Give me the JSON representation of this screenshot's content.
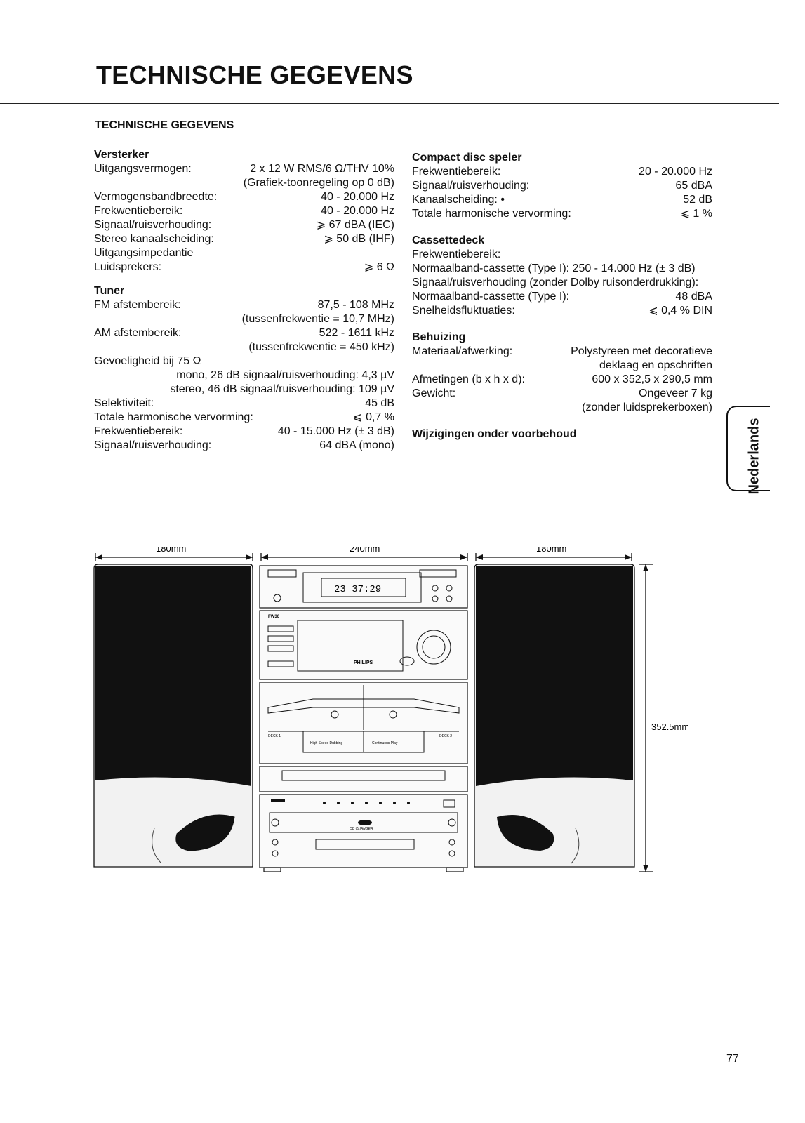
{
  "page": {
    "title": "TECHNISCHE GEGEVENS",
    "section_title": "TECHNISCHE GEGEVENS",
    "page_number": "77",
    "language_tab": "Nederlands"
  },
  "versterker": {
    "title": "Versterker",
    "rows": [
      {
        "label": "Uitgangsvermogen:",
        "value": "2 x 12 W RMS/6 Ω/THV 10%"
      },
      {
        "label": "",
        "value": "(Grafiek-toonregeling op 0 dB)"
      },
      {
        "label": "Vermogensbandbreedte:",
        "value": "40 - 20.000 Hz"
      },
      {
        "label": "Frekwentiebereik:",
        "value": "40 - 20.000 Hz"
      },
      {
        "label": "Signaal/ruisverhouding:",
        "value": "⩾ 67 dBA (IEC)"
      },
      {
        "label": "Stereo kanaalscheiding:",
        "value": "⩾ 50 dB (IHF)"
      },
      {
        "label": "Uitgangsimpedantie",
        "value": ""
      },
      {
        "label": "Luidsprekers:",
        "value": "⩾ 6 Ω"
      }
    ]
  },
  "tuner": {
    "title": "Tuner",
    "fm_label": "FM afstembereik:",
    "fm_value": "87,5 - 108 MHz",
    "fm_note": "(tussenfrekwentie = 10,7 MHz)",
    "am_label": "AM afstembereik:",
    "am_value": "522 - 1611 kHz",
    "am_note": "(tussenfrekwentie = 450 kHz)",
    "sens_label": "Gevoeligheid bij 75 Ω",
    "sens_mono": "mono, 26 dB signaal/ruisverhouding: 4,3 µV",
    "sens_stereo": "stereo, 46 dB signaal/ruisverhouding: 109 µV",
    "rows": [
      {
        "label": "Selektiviteit:",
        "value": "45 dB"
      },
      {
        "label": "Totale harmonische vervorming:",
        "value": "⩽ 0,7 %"
      },
      {
        "label": "Frekwentiebereik:",
        "value": "40 - 15.000 Hz (± 3 dB)"
      },
      {
        "label": "Signaal/ruisverhouding:",
        "value": "64 dBA (mono)"
      }
    ]
  },
  "cd": {
    "title": "Compact disc speler",
    "rows": [
      {
        "label": "Frekwentiebereik:",
        "value": "20 - 20.000 Hz"
      },
      {
        "label": "Signaal/ruisverhouding:",
        "value": "65 dBA"
      },
      {
        "label": "Kanaalscheiding: •",
        "value": "52 dB"
      },
      {
        "label": "Totale harmonische vervorming:",
        "value": "⩽ 1 %"
      }
    ]
  },
  "cassette": {
    "title": "Cassettedeck",
    "freq_label": "Frekwentiebereik:",
    "normaal_line": "Normaalband-cassette (Type I): 250 - 14.000 Hz (± 3 dB)",
    "sn_line": "Signaal/ruisverhouding (zonder Dolby ruisonderdrukking):",
    "rows": [
      {
        "label": "Normaalband-cassette (Type I):",
        "value": "48 dBA"
      },
      {
        "label": "Snelheidsfluktuaties:",
        "value": "⩽ 0,4 % DIN"
      }
    ]
  },
  "behuizing": {
    "title": "Behuizing",
    "mat_label": "Materiaal/afwerking:",
    "mat_value": "Polystyreen met decoratieve",
    "mat_value2": "deklaag en opschriften",
    "dim_label": "Afmetingen (b x h x d):",
    "dim_value": "600 x 352,5 x 290,5 mm",
    "weight_label": "Gewicht:",
    "weight_value": "Ongeveer 7 kg",
    "weight_note": "(zonder luidsprekerboxen)"
  },
  "footer_note": "Wijzigingen onder voorbehoud",
  "diagram": {
    "left_width": "180mm",
    "center_width": "240mm",
    "right_width": "180mm",
    "height": "352.5mm",
    "display_text": "23 37:29",
    "model_label": "FW36",
    "brand": "PHILIPS",
    "deck1": "DECK 1",
    "deck2": "DECK 2",
    "dubbing": "High Speed Dubbing",
    "continuous": "Continuous Play",
    "cd_changer": "CD CHANGER"
  }
}
